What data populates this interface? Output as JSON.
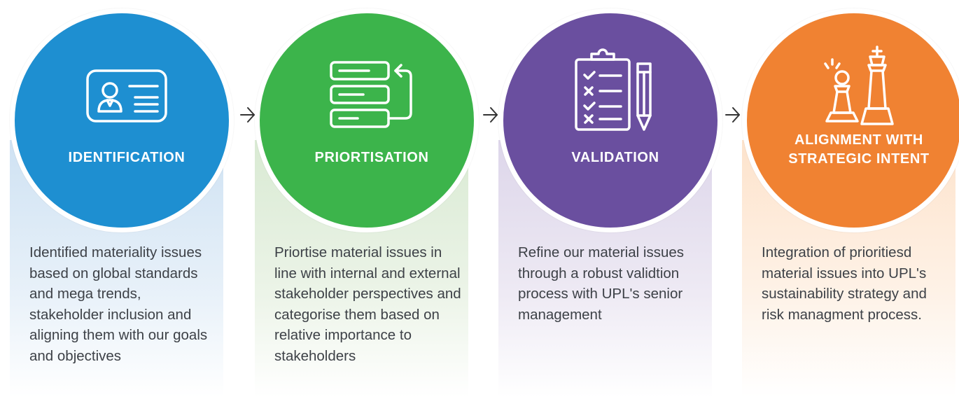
{
  "steps": [
    {
      "title": "IDENTIFICATION",
      "description": "Identified materiality issues based on global standards and mega trends, stakeholder inclusion and aligning them with our goals and objectives",
      "icon": "id-card-icon",
      "color": "#1e8fd1",
      "panel_tint": "#cfe2f3"
    },
    {
      "title": "PRIORTISATION",
      "description": "Priortise material issues in line with internal and external stakeholder perspectives and categorise them based on relative importance to stakeholders",
      "icon": "prioritise-list-icon",
      "color": "#3cb44b",
      "panel_tint": "#d9ead3"
    },
    {
      "title": "VALIDATION",
      "description": "Refine our material issues through a robust validtion process with UPL's senior management",
      "icon": "checklist-clipboard-icon",
      "color": "#6a4f9f",
      "panel_tint": "#ddd6ea"
    },
    {
      "title": "ALIGNMENT WITH STRATEGIC INTENT",
      "description": "Integration of prioritiesd material issues into UPL's sustainability strategy and risk managment process.",
      "icon": "chess-pieces-icon",
      "color": "#f08232",
      "panel_tint": "#fde3cc"
    }
  ],
  "connector_icon": "arrow-right-icon"
}
